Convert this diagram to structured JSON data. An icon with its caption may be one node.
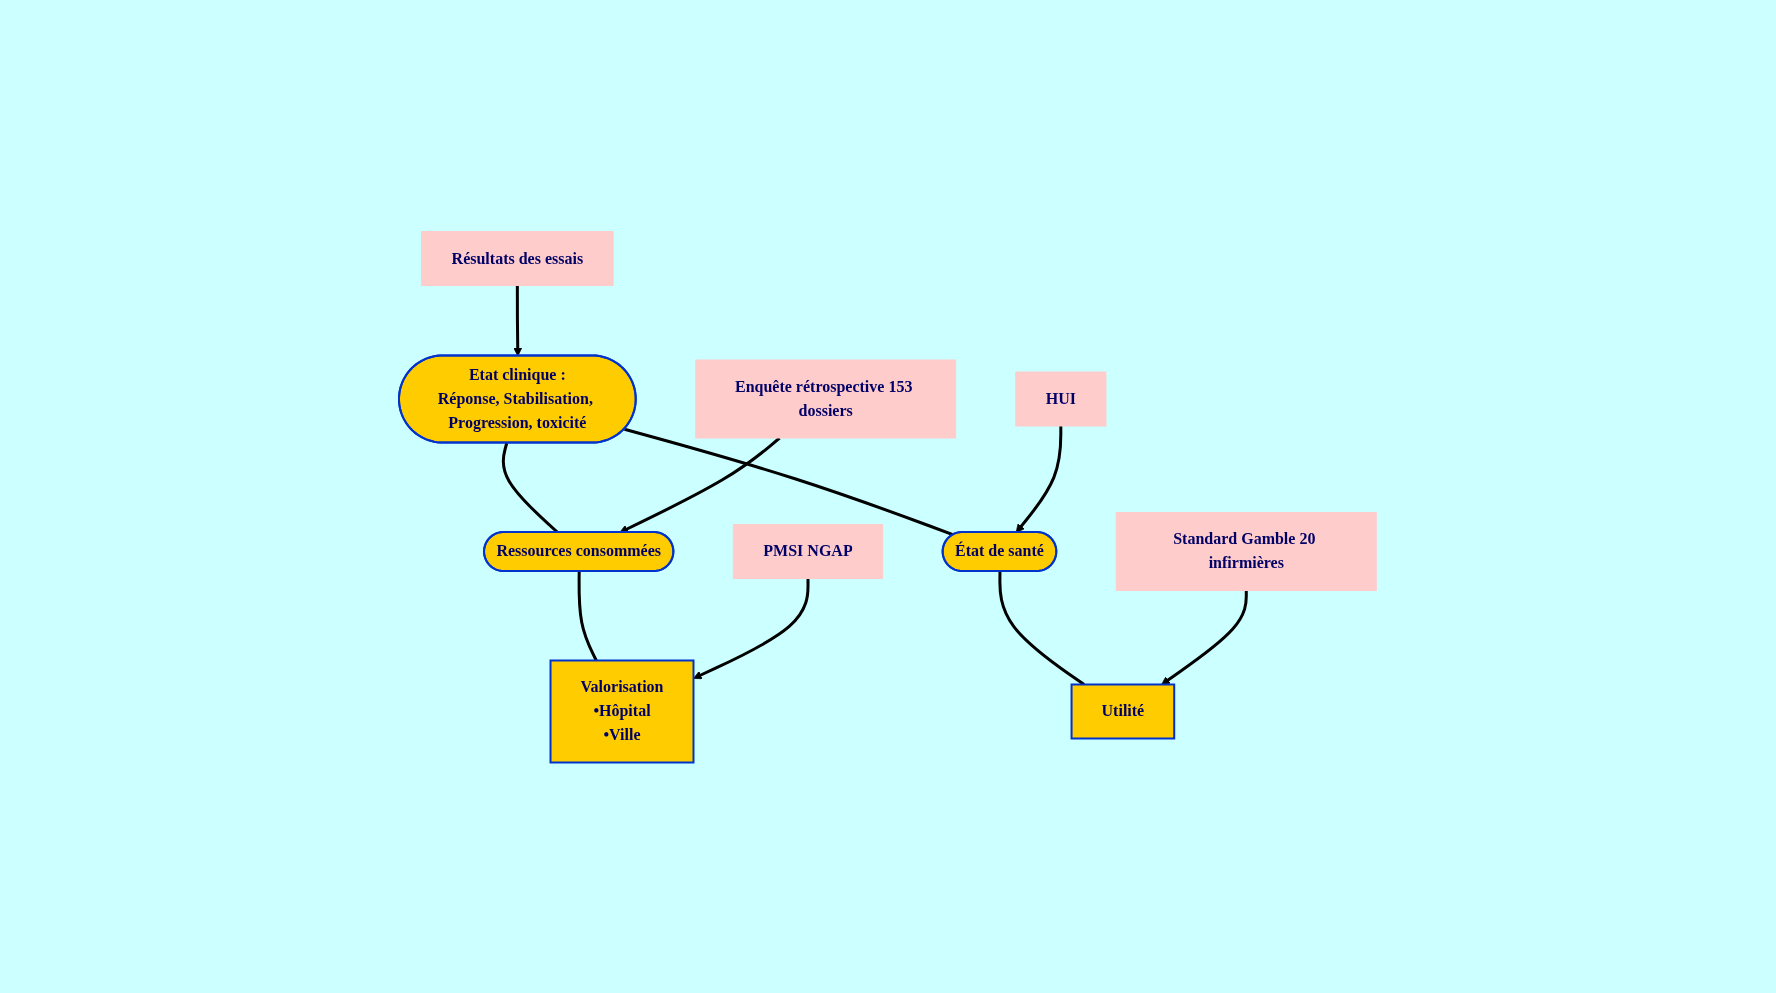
{
  "diagram": {
    "nodes": [
      {
        "text": [
          "Etat clinique :",
          "Réponse, Stabilisation, Progression, toxicité"
        ]
      },
      {
        "text": [
          "Résultats des essais"
        ]
      },
      {
        "text": [
          "Enquête rétrospective 153 dossiers"
        ]
      },
      {
        "text": [
          "Ressources consommées"
        ]
      },
      {
        "text": [
          "État de santé"
        ]
      },
      {
        "text": [
          "HUI"
        ]
      },
      {
        "text": [
          "PMSI NGAP"
        ]
      },
      {
        "text": [
          "Valorisation",
          "•Hôpital",
          "•Ville"
        ]
      },
      {
        "text": [
          "Utilité"
        ]
      },
      {
        "text": [
          "Standard Gamble 20 infirmières"
        ]
      }
    ],
    "edges": [
      {
        "from": 1,
        "to": 0,
        "arrow": "to"
      },
      {
        "from": 0,
        "to": 3,
        "arrow": "none"
      },
      {
        "from": 0,
        "to": 4,
        "arrow": "none"
      },
      {
        "from": 2,
        "to": 3,
        "arrow": "to"
      },
      {
        "from": 5,
        "to": 4,
        "arrow": "to"
      },
      {
        "from": 3,
        "to": 7,
        "arrow": "none"
      },
      {
        "from": 4,
        "to": 8,
        "arrow": "none"
      },
      {
        "from": 6,
        "to": 7,
        "arrow": "to"
      },
      {
        "from": 9,
        "to": 8,
        "arrow": "to"
      }
    ]
  }
}
